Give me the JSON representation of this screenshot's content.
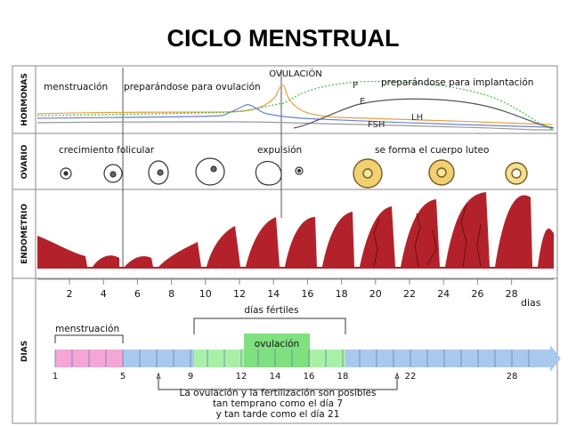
{
  "title": "CICLO MENSTRUAL",
  "row_labels": {
    "hormonas": "HORMONAS",
    "ovario": "OVARIO",
    "endometrio": "ENDOMETRIO",
    "dias": "DIAS"
  },
  "hormones": {
    "ovulation_label": "OVULACIÓN",
    "menstruation": "menstruación",
    "preparing_ovulation": "preparándose para ovulación",
    "preparing_implantation": "preparándose para implantación",
    "p_label": "P",
    "e_label": "E",
    "fsh_label": "FSH",
    "lh_label": "LH"
  },
  "ovary": {
    "follicular_growth": "crecimiento folicular",
    "expulsion": "expulsión",
    "corpus_luteum": "se forma el cuerpo luteo"
  },
  "axis": {
    "ticks": [
      "2",
      "4",
      "6",
      "8",
      "10",
      "12",
      "14",
      "16",
      "18",
      "20",
      "22",
      "24",
      "26",
      "28"
    ],
    "unit": "dias"
  },
  "days": {
    "fertile_days": "días fértiles",
    "menstruation": "menstruación",
    "ovulation": "ovulación",
    "ticks": [
      "1",
      "5",
      "9",
      "12",
      "14",
      "16",
      "18",
      "22",
      "28"
    ],
    "note_line1": "La ovulación y la fertilización son posibles",
    "note_line2": "tan temprano como el día 7",
    "note_line3": "y tan tarde como el día 21"
  },
  "colors": {
    "endometrium": "#b3222b",
    "menstruation_bar": "#f4a6d6",
    "fertile_bar": "#a8f0a8",
    "ovulation_block": "#7fe07f",
    "base_bar": "#a9c8ee",
    "lh_curve": "#e5a040",
    "fsh_curve": "#6a7fd0",
    "p_curve": "#44bb44",
    "e_curve": "#555555"
  }
}
